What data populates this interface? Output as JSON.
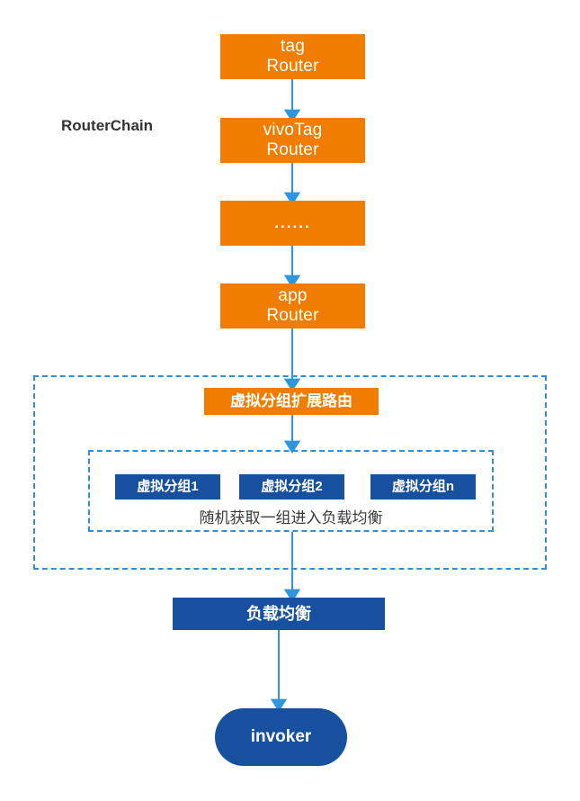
{
  "diagram": {
    "title_label": "RouterChain",
    "colors": {
      "orange": "#F07D00",
      "blue": "#16509F",
      "arrow_blue": "#2E95DE",
      "dashed_blue": "#2E8FD8",
      "label_text": "#333333",
      "background": "#FFFFFF"
    },
    "nodes": {
      "tag_router": "tag\nRouter",
      "vivotag_router": "vivoTag\nRouter",
      "ellipsis": "......",
      "app_router": "app\nRouter",
      "virtual_group_route": "虚拟分组扩展路由",
      "group_1": "虚拟分组1",
      "group_2": "虚拟分组2",
      "group_n": "虚拟分组n",
      "random_caption": "随机获取一组进入负载均衡",
      "load_balance": "负载均衡",
      "invoker": "invoker"
    },
    "flow_order": [
      "tag Router",
      "vivoTag Router",
      "......",
      "app Router",
      "虚拟分组扩展路由",
      "虚拟分组1 / 虚拟分组2 / 虚拟分组n",
      "负载均衡",
      "invoker"
    ]
  }
}
